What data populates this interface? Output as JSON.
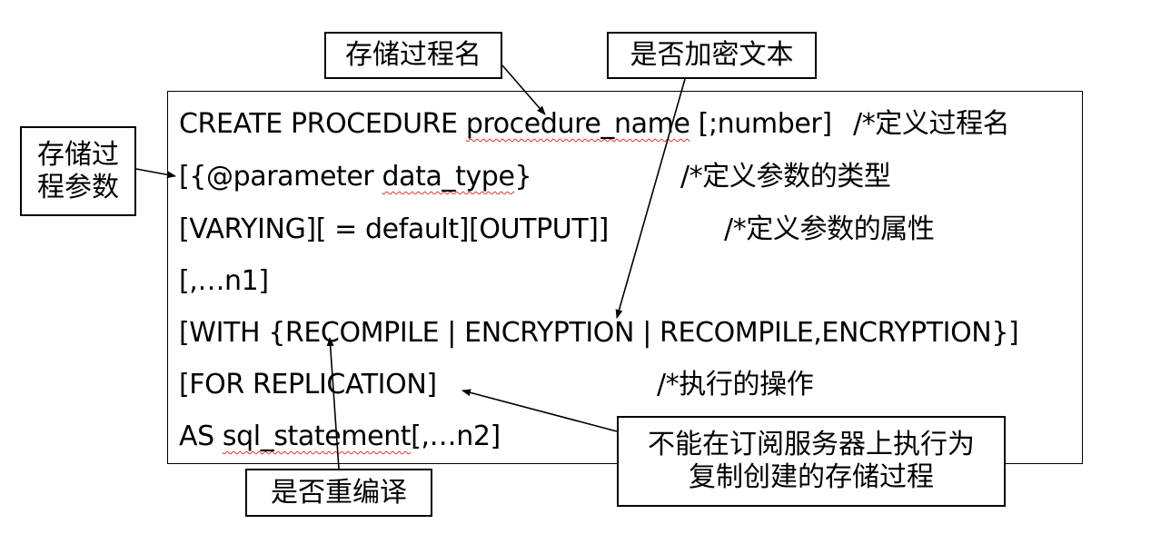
{
  "code": {
    "line1": {
      "pre": "CREATE PROCEDURE ",
      "name": "procedure_name",
      "post": " [;number]",
      "comment": "/*定义过程名"
    },
    "line2": {
      "pre": "[{@parameter ",
      "type": "data_type",
      "post": "}",
      "comment": "/*定义参数的类型"
    },
    "line3": {
      "text": "[VARYING][ = default][OUTPUT]]",
      "comment": "/*定义参数的属性"
    },
    "line4": {
      "text": "[,…n1]"
    },
    "line5": {
      "text": "[WITH {RECOMPILE | ENCRYPTION | RECOMPILE,ENCRYPTION}]"
    },
    "line6": {
      "text": "[FOR REPLICATION]",
      "comment": "/*执行的操作"
    },
    "line7": {
      "pre": "AS ",
      "stmt": "sql_statement",
      "post": "[,…n2]"
    }
  },
  "callouts": {
    "proc_name": "存储过程名",
    "encrypt": "是否加密文本",
    "params_line1": "存储过",
    "params_line2": "程参数",
    "recompile": "是否重编译",
    "replication_line1": "不能在订阅服务器上执行为",
    "replication_line2": "复制创建的存储过程"
  }
}
